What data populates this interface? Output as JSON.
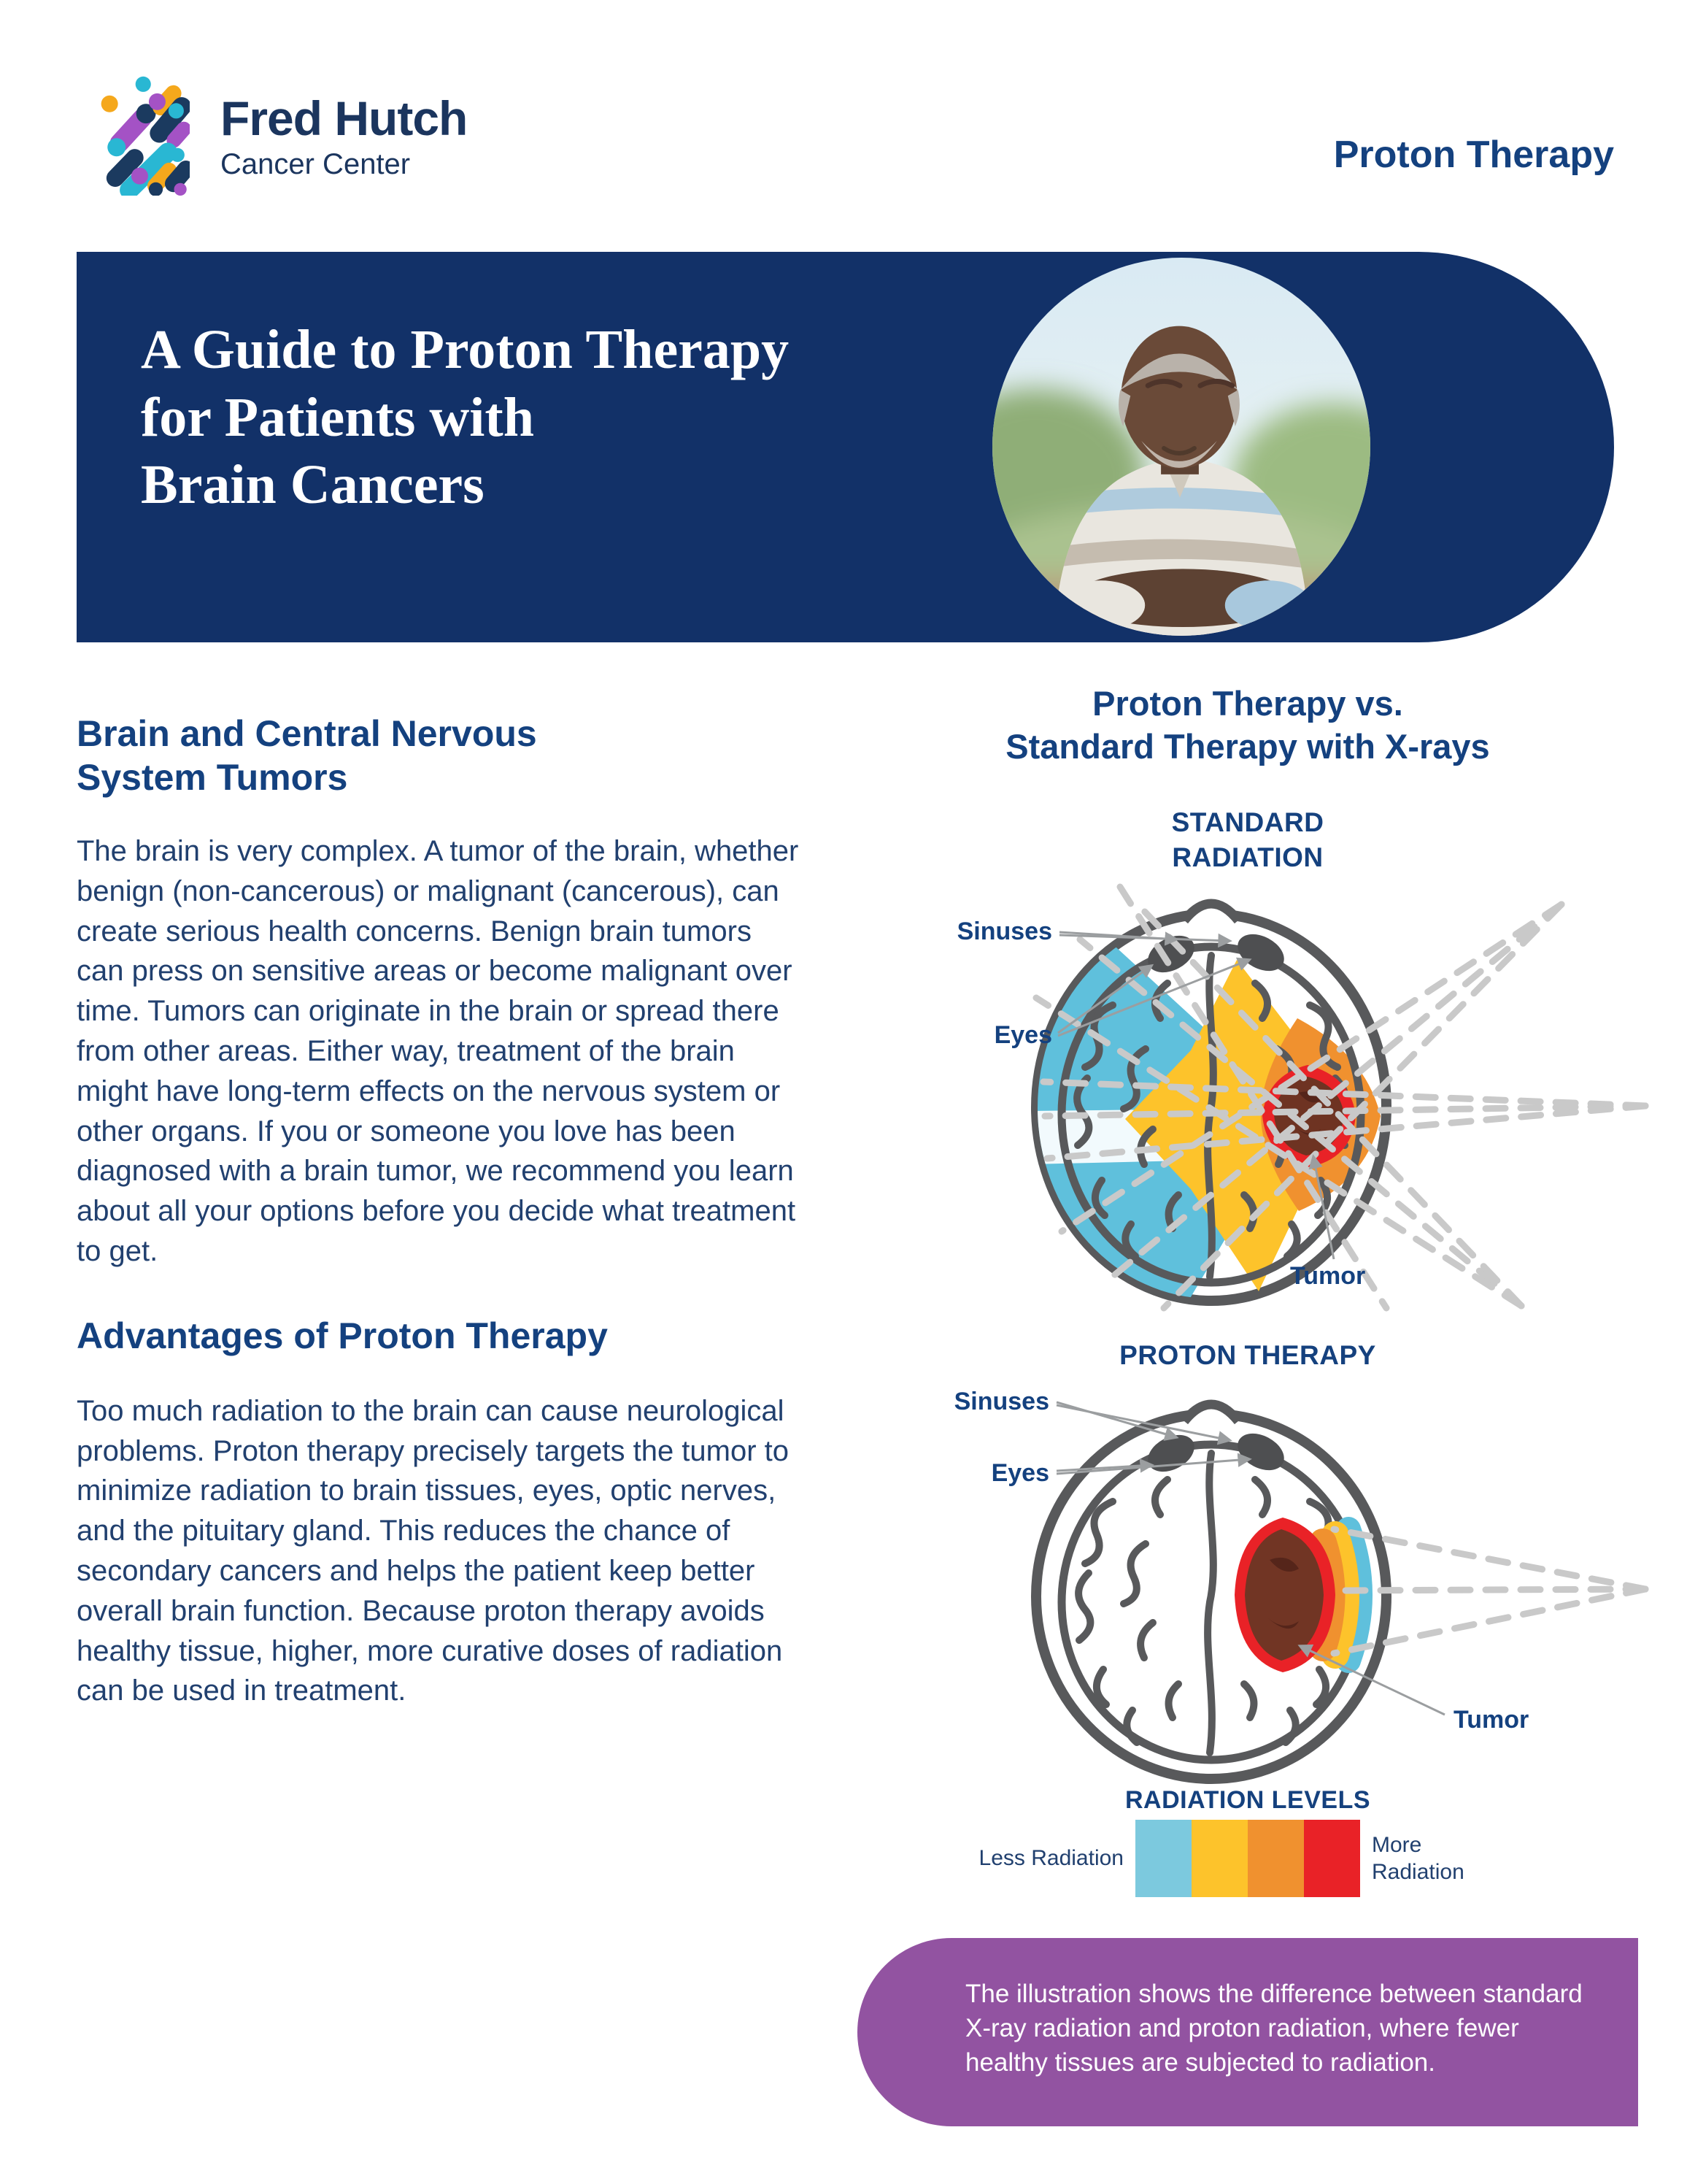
{
  "header": {
    "logo_title": "Fred Hutch",
    "logo_subtitle": "Cancer Center",
    "page_label": "Proton Therapy"
  },
  "banner": {
    "title_lines": [
      "A Guide to Proton Therapy",
      "for Patients with",
      "Brain Cancers"
    ]
  },
  "left_column": {
    "section1_heading": "Brain and Central Nervous System Tumors",
    "section1_body": "The brain is very complex. A tumor of the brain, whether benign (non-cancerous) or malignant (cancerous), can create serious health concerns. Benign brain tumors can press on sensitive areas or become malignant over time. Tumors can originate in the brain or spread there from other areas. Either way, treatment of the brain might have long-term effects on the nervous system or other organs. If you or someone you love has been diagnosed with a brain tumor, we recommend you learn about all your options before you decide what treatment to get.",
    "section2_heading": "Advantages of Proton Therapy",
    "section2_body": "Too much radiation to the brain can cause neurological problems. Proton therapy precisely targets the tumor to minimize radiation to brain tissues, eyes, optic nerves, and the pituitary gland. This reduces the chance of secondary cancers and helps the patient keep better overall brain function. Because proton therapy avoids healthy tissue, higher, more curative doses of radiation can be used in treatment."
  },
  "right_column": {
    "heading_line1": "Proton Therapy vs.",
    "heading_line2": "Standard Therapy with X-rays",
    "diagram1": {
      "title_line1": "STANDARD",
      "title_line2": "RADIATION",
      "label_sinuses": "Sinuses",
      "label_eyes": "Eyes",
      "label_tumor": "Tumor"
    },
    "diagram2": {
      "title": "PROTON THERAPY",
      "label_sinuses": "Sinuses",
      "label_eyes": "Eyes",
      "label_tumor": "Tumor"
    },
    "legend": {
      "title": "RADIATION LEVELS",
      "less_label": "Less Radiation",
      "more_label": "More Radiation",
      "colors": [
        "#7cc9de",
        "#fdc32b",
        "#f0912f",
        "#e92227"
      ]
    },
    "caption": "The illustration shows the difference between standard X-ray radiation and proton radiation, where fewer healthy tissues are subjected to radiation."
  },
  "colors": {
    "banner_navy": "#123168",
    "heading_blue": "#14417f",
    "body_blue": "#21406f",
    "brand_navy": "#1b355e",
    "purple": "#9253a1",
    "diagram_gray": "#58595b",
    "beam_gray": "#c9c9c9",
    "radiation_blue": "#5fc0dc",
    "radiation_yellow": "#fdc32b",
    "radiation_orange": "#f0912f",
    "radiation_red": "#e92227",
    "tumor_brown": "#6e3322"
  }
}
